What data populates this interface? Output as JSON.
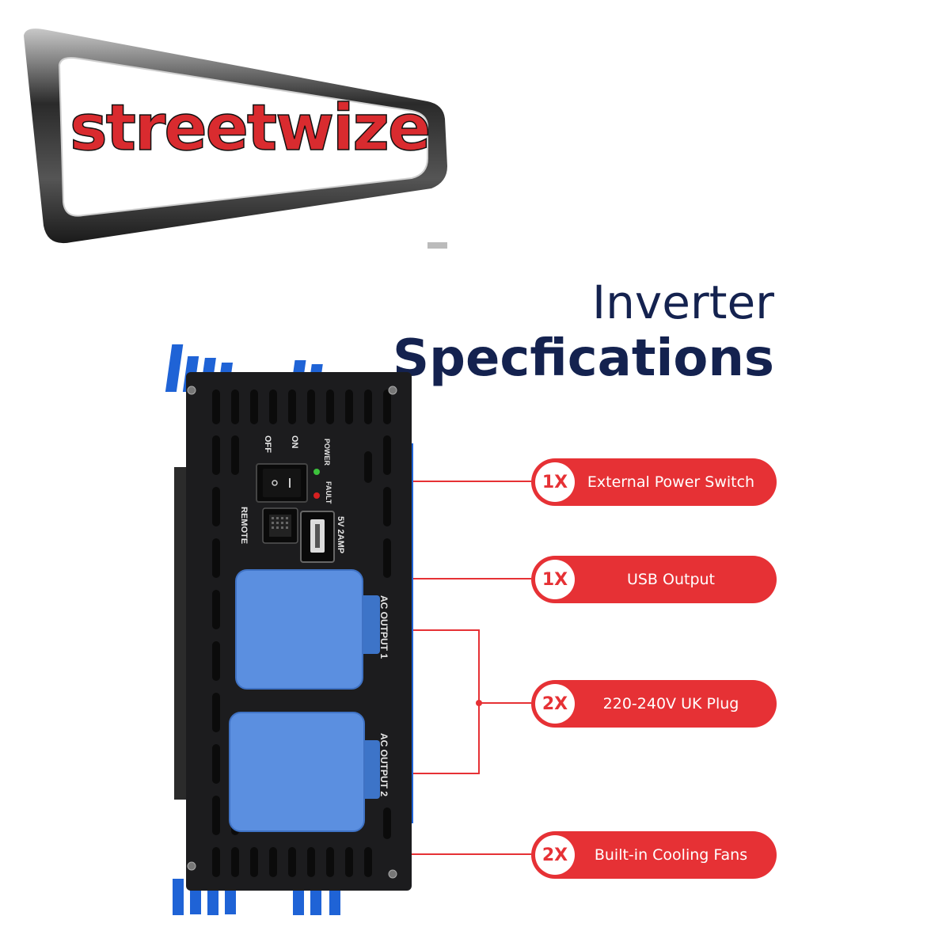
{
  "logo": {
    "wordmark": "streetwize"
  },
  "heading": {
    "line1": "Inverter",
    "line2": "Specfications"
  },
  "device": {
    "switch_off": "OFF",
    "switch_on": "ON",
    "led_power": "POWER",
    "led_fault": "FAULT",
    "remote": "REMOTE",
    "usb_rating": "5V 2AMP",
    "ac_output_1": "AC OUTPUT 1",
    "ac_output_2": "AC OUTPUT 2"
  },
  "callouts": [
    {
      "badge": "1X",
      "label": "External Power Switch"
    },
    {
      "badge": "1X",
      "label": "USB Output"
    },
    {
      "badge": "2X",
      "label": "220-240V UK Plug"
    },
    {
      "badge": "2X",
      "label": "Built-in Cooling Fans"
    }
  ],
  "colors": {
    "accent": "#e63135",
    "heading": "#14224f",
    "socket": "#5b8fe0",
    "heatsink": "#1f63d6",
    "body": "#1c1c1e"
  }
}
